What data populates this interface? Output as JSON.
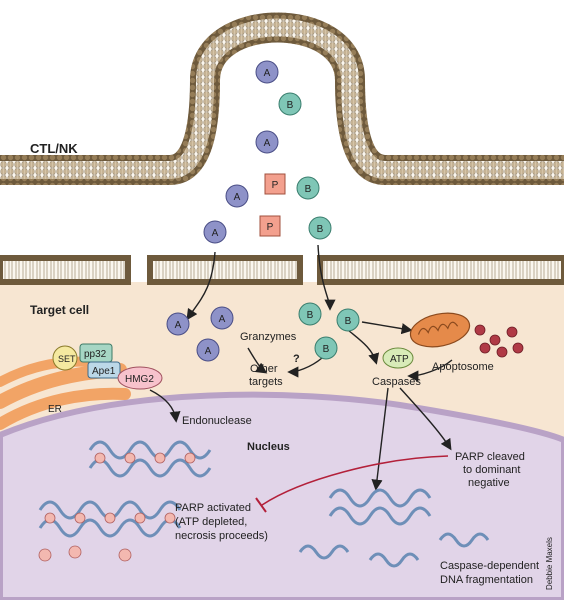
{
  "labels": {
    "ctl_nk": "CTL/NK",
    "target_cell": "Target cell",
    "granzymes": "Granzymes",
    "other_targets_1": "Other",
    "other_targets_2": "targets",
    "question": "?",
    "atp": "ATP",
    "caspases": "Caspases",
    "apoptosome": "Apoptosome",
    "set": "SET",
    "pp32": "pp32",
    "ape1": "Ape1",
    "hmg2": "HMG2",
    "er": "ER",
    "endonuclease": "Endonuclease",
    "nucleus": "Nucleus",
    "parp_cleaved_1": "PARP cleaved",
    "parp_cleaved_2": "to dominant",
    "parp_cleaved_3": "negative",
    "parp_activated_1": "PARP activated",
    "parp_activated_2": "(ATP depleted,",
    "parp_activated_3": "necrosis proceeds)",
    "caspase_dna_1": "Caspase-dependent",
    "caspase_dna_2": "DNA fragmentation",
    "credit": "Debbie Maxels"
  },
  "molecules": {
    "granzyme_a": "A",
    "granzyme_b": "B",
    "perforin": "P"
  },
  "colors": {
    "granzyme_a": "#8e92c8",
    "granzyme_b": "#7fc6b6",
    "perforin": "#f3a08e",
    "cytoplasm": "#f7e6d2",
    "nucleus": "#e1d4e8",
    "er": "#f2a466",
    "membrane_head": "#b59a6e",
    "inhibit": "#b3203a",
    "hmg2": "#f7c2cc",
    "pp32": "#a6d6c4",
    "ape1": "#bcd8e8",
    "set": "#f5e9a0",
    "atp": "#d8ebb8",
    "mito": "#e58a4a",
    "apoptosome": "#b03a46"
  }
}
